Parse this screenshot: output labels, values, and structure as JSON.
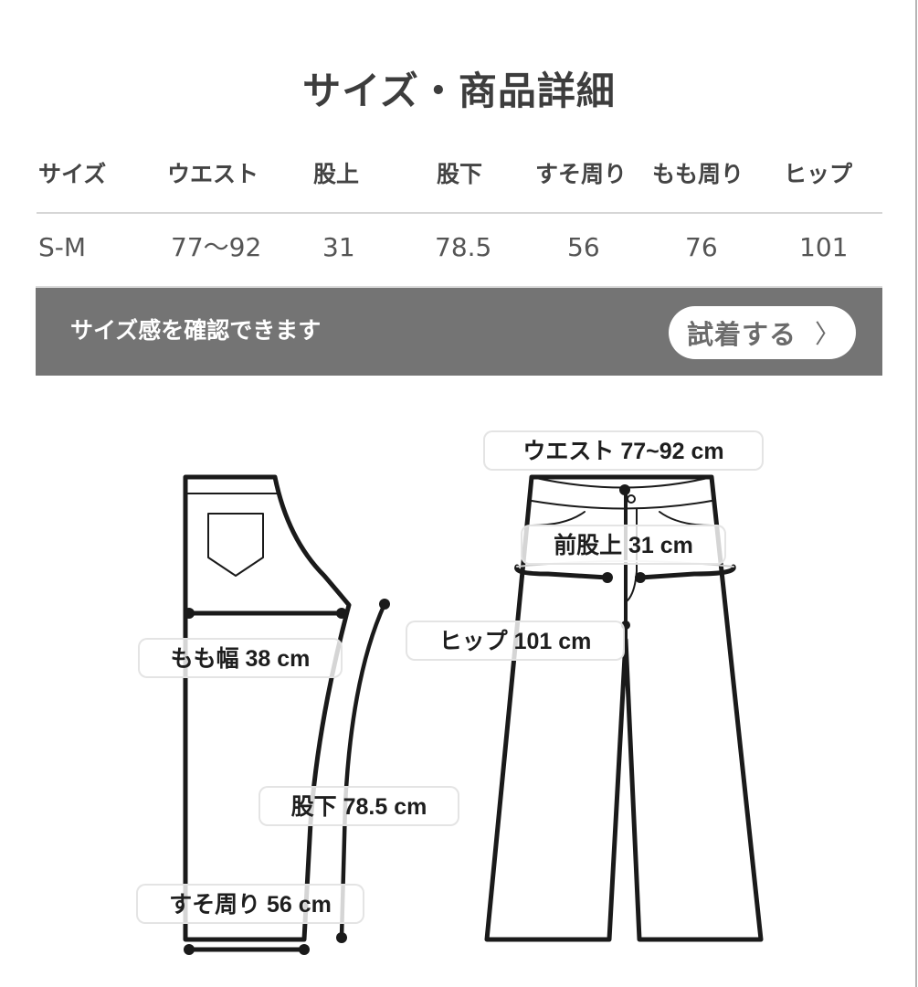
{
  "title": "サイズ・商品詳細",
  "size_table": {
    "headers": [
      "サイズ",
      "ウエスト",
      "股上",
      "股下",
      "すそ周り",
      "もも周り",
      "ヒップ"
    ],
    "rows": [
      [
        "S-M",
        "77〜92",
        "31",
        "78.5",
        "56",
        "76",
        "101"
      ]
    ]
  },
  "banner": {
    "text": "サイズ感を確認できます",
    "button_label": "試着する",
    "button_icon": "chevron-right-icon",
    "button_icon_glyph": "〉",
    "background_color": "#747474"
  },
  "diagram": {
    "labels": {
      "thigh_width": "もも幅 38 cm",
      "inseam": "股下 78.5 cm",
      "hem": "すそ周り 56 cm",
      "waist": "ウエスト 77~92 cm",
      "front_rise": "前股上 31 cm",
      "hip": "ヒップ 101 cm"
    }
  },
  "colors": {
    "title": "#3d3d3d",
    "line": "#1a1a1a",
    "divider": "#d6d6d6"
  }
}
